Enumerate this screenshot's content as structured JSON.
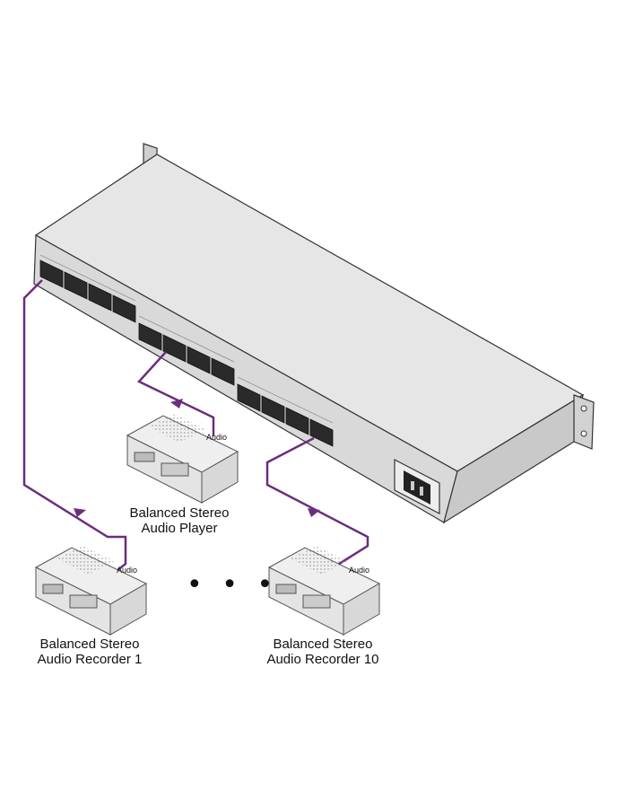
{
  "devices": {
    "player": {
      "audio_label": "Audio",
      "line1": "Balanced Stereo",
      "line2": "Audio Player"
    },
    "recorder1": {
      "audio_label": "Audio",
      "line1": "Balanced Stereo",
      "line2": "Audio Recorder 1"
    },
    "recorder10": {
      "audio_label": "Audio",
      "line1": "Balanced Stereo",
      "line2": "Audio Recorder 10"
    }
  },
  "ellipsis": "• • •",
  "colors": {
    "cable": "#6b2d7e",
    "chassis_top": "#e6e6e6",
    "chassis_side": "#d9d9d9",
    "outline": "#333333"
  }
}
